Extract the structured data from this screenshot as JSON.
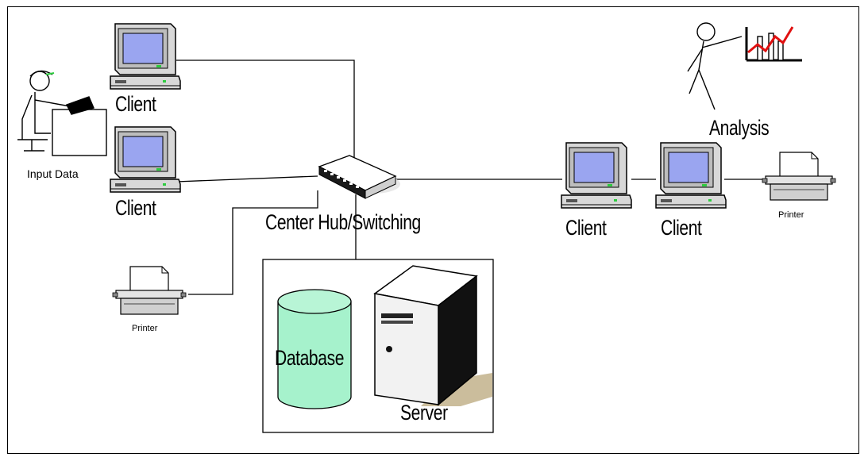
{
  "labels": {
    "client_tl": "Client",
    "client_ml": "Client",
    "input_data": "Input Data",
    "hub": "Center Hub/Switching",
    "client_r1": "Client",
    "client_r2": "Client",
    "printer_right": "Printer",
    "printer_left": "Printer",
    "analysis": "Analysis",
    "database": "Database",
    "server": "Server"
  },
  "colors": {
    "screen": "#9aa5f0",
    "monitor": "#d8d8d8",
    "database": "#a6f2cc",
    "server_case": "#f2f2f2",
    "shadow": "#cbbd9c",
    "chart_line": "#e01010"
  },
  "icons": [
    "computer-icon",
    "printer-icon",
    "hub-icon",
    "database-icon",
    "server-icon",
    "person-at-desk-icon",
    "presenter-chart-icon"
  ]
}
